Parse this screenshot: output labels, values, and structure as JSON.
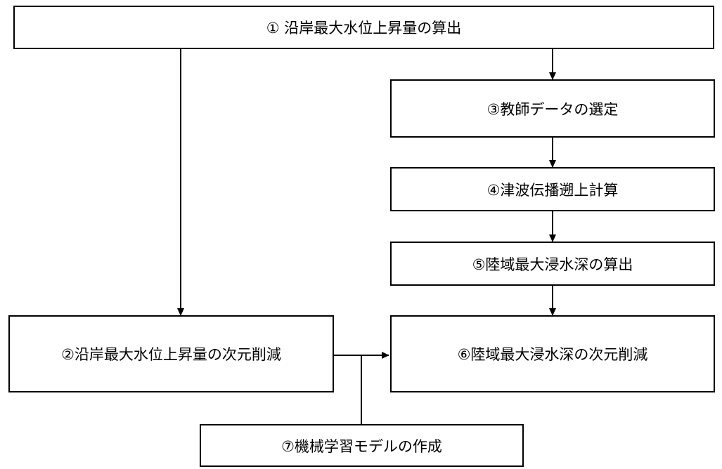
{
  "diagram": {
    "steps": {
      "s1": "① 沿岸最大水位上昇量の算出",
      "s2": "②沿岸最大水位上昇量の次元削減",
      "s3": "③教師データの選定",
      "s4": "④津波伝播遡上計算",
      "s5": "⑤陸域最大浸水深の算出",
      "s6": "⑥陸域最大浸水深の次元削減",
      "s7": "⑦機械学習モデルの作成"
    }
  }
}
